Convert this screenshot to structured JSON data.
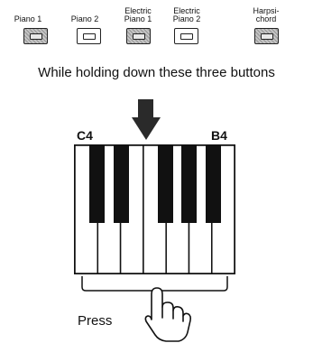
{
  "buttons": [
    {
      "label": "Piano 1",
      "pressed": true
    },
    {
      "label": "Piano 2",
      "pressed": false
    },
    {
      "label": "Electric\nPiano 1",
      "pressed": true
    },
    {
      "label": "Electric\nPiano 2",
      "pressed": false
    },
    {
      "label": "Harpsi-\nchord",
      "pressed": true
    }
  ],
  "instruction": "While holding down these three buttons",
  "keyboard": {
    "start_label": "C4",
    "end_label": "B4"
  },
  "press_label": "Press",
  "icons": {
    "arrow": "down-arrow-icon",
    "hand": "pressing-hand-icon"
  }
}
